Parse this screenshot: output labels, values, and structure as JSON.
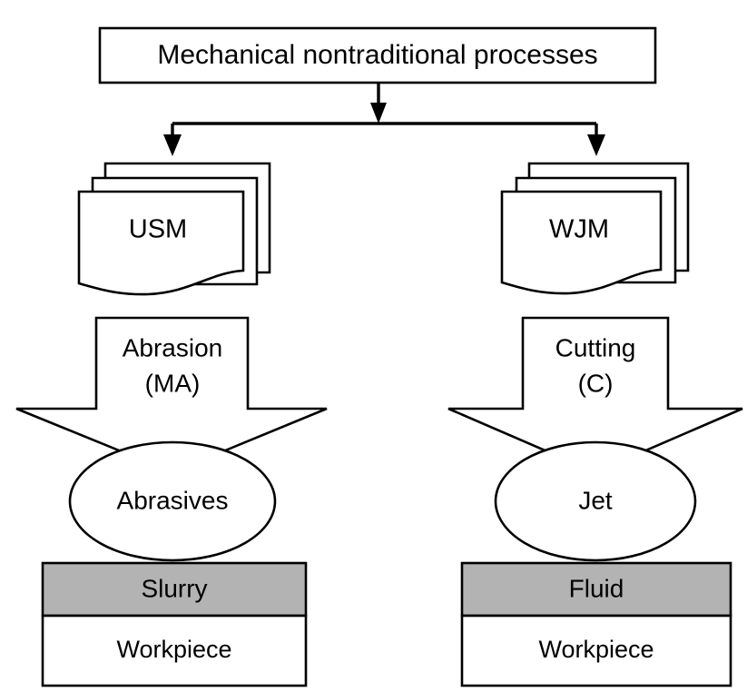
{
  "diagram": {
    "title": "Mechanical nontraditional processes",
    "colors": {
      "stroke": "#000000",
      "background": "#ffffff",
      "fill_gray": "#b3b3b3"
    },
    "root": {
      "label": "Mechanical nontraditional processes"
    },
    "branches": [
      {
        "id": "usm",
        "process_label": "USM",
        "action_label_line1": "Abrasion",
        "action_label_line2": "(MA)",
        "medium_label": "Abrasives",
        "carrier_label": "Slurry",
        "workpiece_label": "Workpiece"
      },
      {
        "id": "wjm",
        "process_label": "WJM",
        "action_label_line1": "Cutting",
        "action_label_line2": "(C)",
        "medium_label": "Jet",
        "carrier_label": "Fluid",
        "workpiece_label": "Workpiece"
      }
    ]
  }
}
